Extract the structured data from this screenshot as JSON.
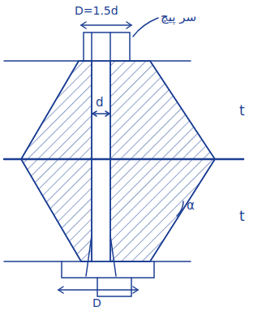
{
  "diagram": {
    "labels": [
      "D=1.5d",
      "سر پیچ",
      "d",
      "t",
      "t",
      "α",
      "D"
    ]
  }
}
